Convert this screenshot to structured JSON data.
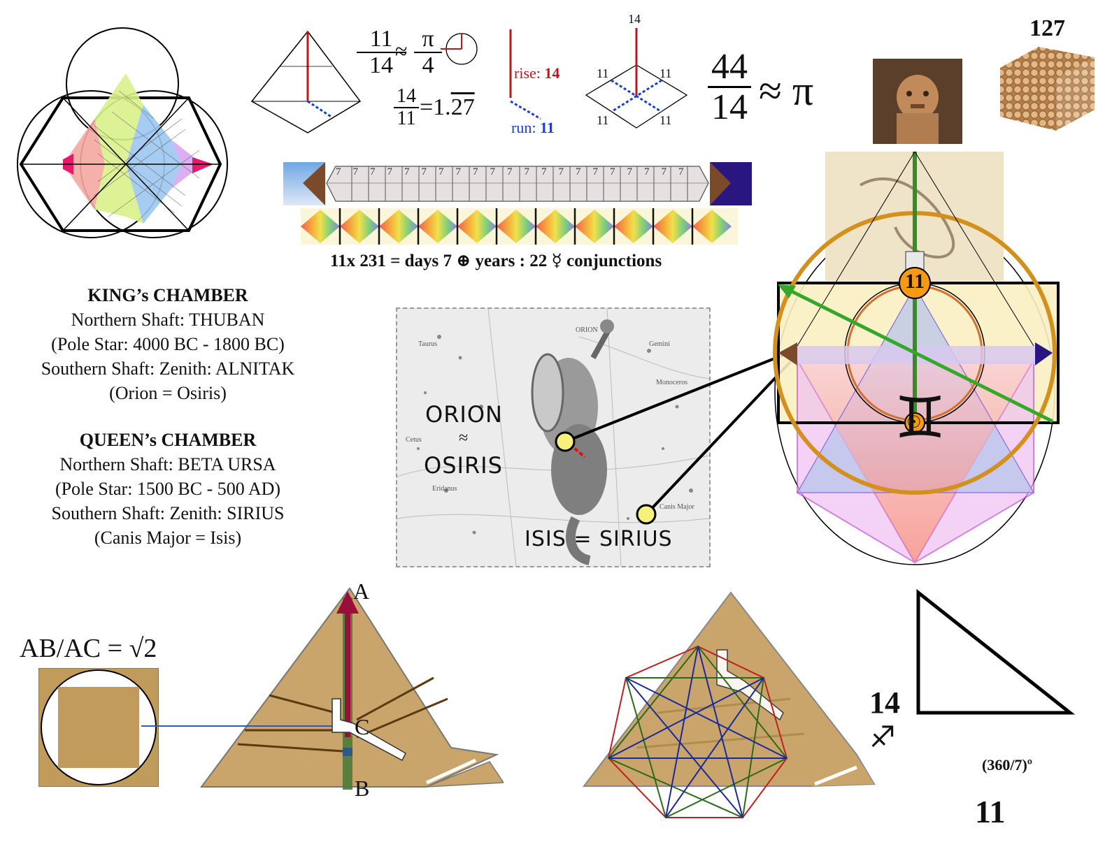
{
  "top": {
    "tetra_label": "",
    "frac_a": {
      "num": "11",
      "den": "14",
      "op": "≈",
      "pi": "π",
      "pi_den": "4"
    },
    "frac_b": {
      "num": "14",
      "den": "11",
      "eq": "=1.",
      "rep": "27"
    },
    "rise_label": "rise:",
    "rise_value": "14",
    "run_label": "run:",
    "run_value": "11",
    "rhombus": {
      "top": "14",
      "tl": "11",
      "tr": "11",
      "bl": "11",
      "br": "11"
    },
    "big_frac": {
      "num": "44",
      "den": "14",
      "approx": "≈ π"
    },
    "cube_count": "127",
    "tape_digit": "7",
    "banner": "11x 231 = days 7 ⊕ years : 22 ☿ conjunctions"
  },
  "kings": {
    "title": "KING’s CHAMBER",
    "lines": [
      "Northern Shaft: THUBAN",
      "(Pole Star: 4000 BC - 1800 BC)",
      "Southern Shaft: Zenith: ALNITAK",
      "(Orion = Osiris)"
    ]
  },
  "queens": {
    "title": "QUEEN’s CHAMBER",
    "lines": [
      "Northern Shaft: BETA URSA",
      "(Pole Star: 1500 BC - 500 AD)",
      "Southern Shaft: Zenith: SIRIUS",
      "(Canis Major = Isis)"
    ]
  },
  "starmap": {
    "orion": "ORION",
    "approx": "≈",
    "osiris": "OSIRIS",
    "isis": "ISIS = SIRIUS",
    "small_labels": [
      "ORION",
      "Taurus",
      "Gemini",
      "Monoceros",
      "Cetus",
      "Eridanus",
      "Canis Major"
    ]
  },
  "right_panel": {
    "circle_label": "11",
    "gemini": "♊",
    "sun": "☉"
  },
  "bottom": {
    "ratio": "AB/AC = √2",
    "A": "A",
    "B": "B",
    "C": "C",
    "tri_vertical": "14",
    "tri_sign": "♐",
    "tri_horizontal": "11",
    "tri_angle": "(360/7)º"
  },
  "colors": {
    "gold": "#c9a56b",
    "rise": "#c0161b",
    "run": "#1a3fd0",
    "orange": "#d4901d"
  }
}
